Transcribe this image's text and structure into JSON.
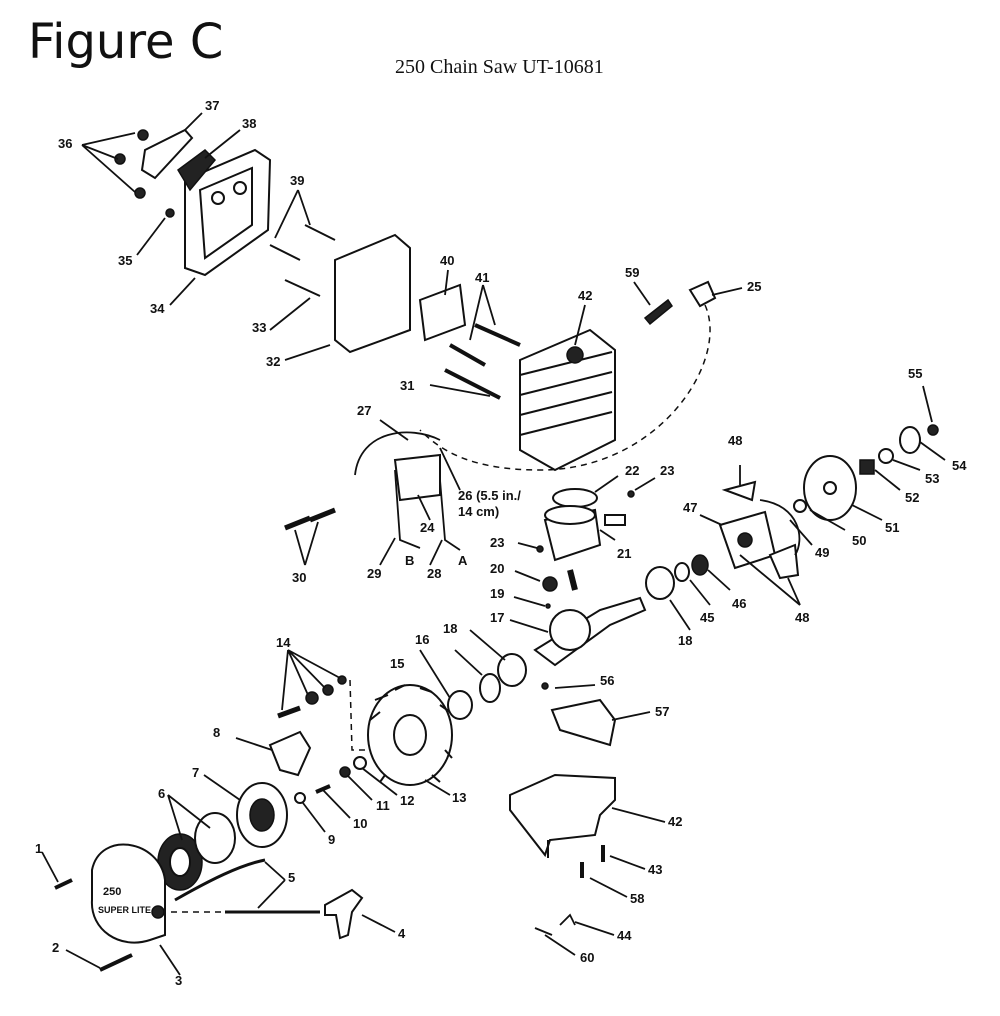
{
  "header": {
    "figure_title": "Figure C",
    "subtitle": "250 Chain Saw UT-10681"
  },
  "labels": [
    {
      "id": "l1",
      "text": "1"
    },
    {
      "id": "l2",
      "text": "2"
    },
    {
      "id": "l3",
      "text": "3"
    },
    {
      "id": "l4",
      "text": "4"
    },
    {
      "id": "l5",
      "text": "5"
    },
    {
      "id": "l6",
      "text": "6"
    },
    {
      "id": "l7",
      "text": "7"
    },
    {
      "id": "l8",
      "text": "8"
    },
    {
      "id": "l9",
      "text": "9"
    },
    {
      "id": "l10",
      "text": "10"
    },
    {
      "id": "l11",
      "text": "11"
    },
    {
      "id": "l12",
      "text": "12"
    },
    {
      "id": "l13",
      "text": "13"
    },
    {
      "id": "l14",
      "text": "14"
    },
    {
      "id": "l15",
      "text": "15"
    },
    {
      "id": "l16",
      "text": "16"
    },
    {
      "id": "l17",
      "text": "17"
    },
    {
      "id": "l18a",
      "text": "18"
    },
    {
      "id": "l18b",
      "text": "18"
    },
    {
      "id": "l19",
      "text": "19"
    },
    {
      "id": "l20",
      "text": "20"
    },
    {
      "id": "l21",
      "text": "21"
    },
    {
      "id": "l22",
      "text": "22"
    },
    {
      "id": "l23a",
      "text": "23"
    },
    {
      "id": "l23b",
      "text": "23"
    },
    {
      "id": "l24",
      "text": "24"
    },
    {
      "id": "l25",
      "text": "25"
    },
    {
      "id": "l26",
      "text": "26 (5.5 in./"
    },
    {
      "id": "l26b",
      "text": "14 cm)"
    },
    {
      "id": "l27",
      "text": "27"
    },
    {
      "id": "l28",
      "text": "28"
    },
    {
      "id": "l29",
      "text": "29"
    },
    {
      "id": "l30",
      "text": "30"
    },
    {
      "id": "l31",
      "text": "31"
    },
    {
      "id": "l32",
      "text": "32"
    },
    {
      "id": "l33",
      "text": "33"
    },
    {
      "id": "l34",
      "text": "34"
    },
    {
      "id": "l35",
      "text": "35"
    },
    {
      "id": "l36",
      "text": "36"
    },
    {
      "id": "l37",
      "text": "37"
    },
    {
      "id": "l38",
      "text": "38"
    },
    {
      "id": "l39",
      "text": "39"
    },
    {
      "id": "l40",
      "text": "40"
    },
    {
      "id": "l41",
      "text": "41"
    },
    {
      "id": "l42a",
      "text": "42"
    },
    {
      "id": "l42b",
      "text": "42"
    },
    {
      "id": "l43",
      "text": "43"
    },
    {
      "id": "l44",
      "text": "44"
    },
    {
      "id": "l45",
      "text": "45"
    },
    {
      "id": "l46",
      "text": "46"
    },
    {
      "id": "l47",
      "text": "47"
    },
    {
      "id": "l48a",
      "text": "48"
    },
    {
      "id": "l48b",
      "text": "48"
    },
    {
      "id": "l49",
      "text": "49"
    },
    {
      "id": "l50",
      "text": "50"
    },
    {
      "id": "l51",
      "text": "51"
    },
    {
      "id": "l52",
      "text": "52"
    },
    {
      "id": "l53",
      "text": "53"
    },
    {
      "id": "l54",
      "text": "54"
    },
    {
      "id": "l55",
      "text": "55"
    },
    {
      "id": "l56",
      "text": "56"
    },
    {
      "id": "l57",
      "text": "57"
    },
    {
      "id": "l58",
      "text": "58"
    },
    {
      "id": "l59",
      "text": "59"
    },
    {
      "id": "l60",
      "text": "60"
    },
    {
      "id": "lA",
      "text": "A"
    },
    {
      "id": "lB",
      "text": "B"
    }
  ],
  "starter_logo": {
    "brand_text": "250",
    "model_text": "SUPER LITE"
  }
}
